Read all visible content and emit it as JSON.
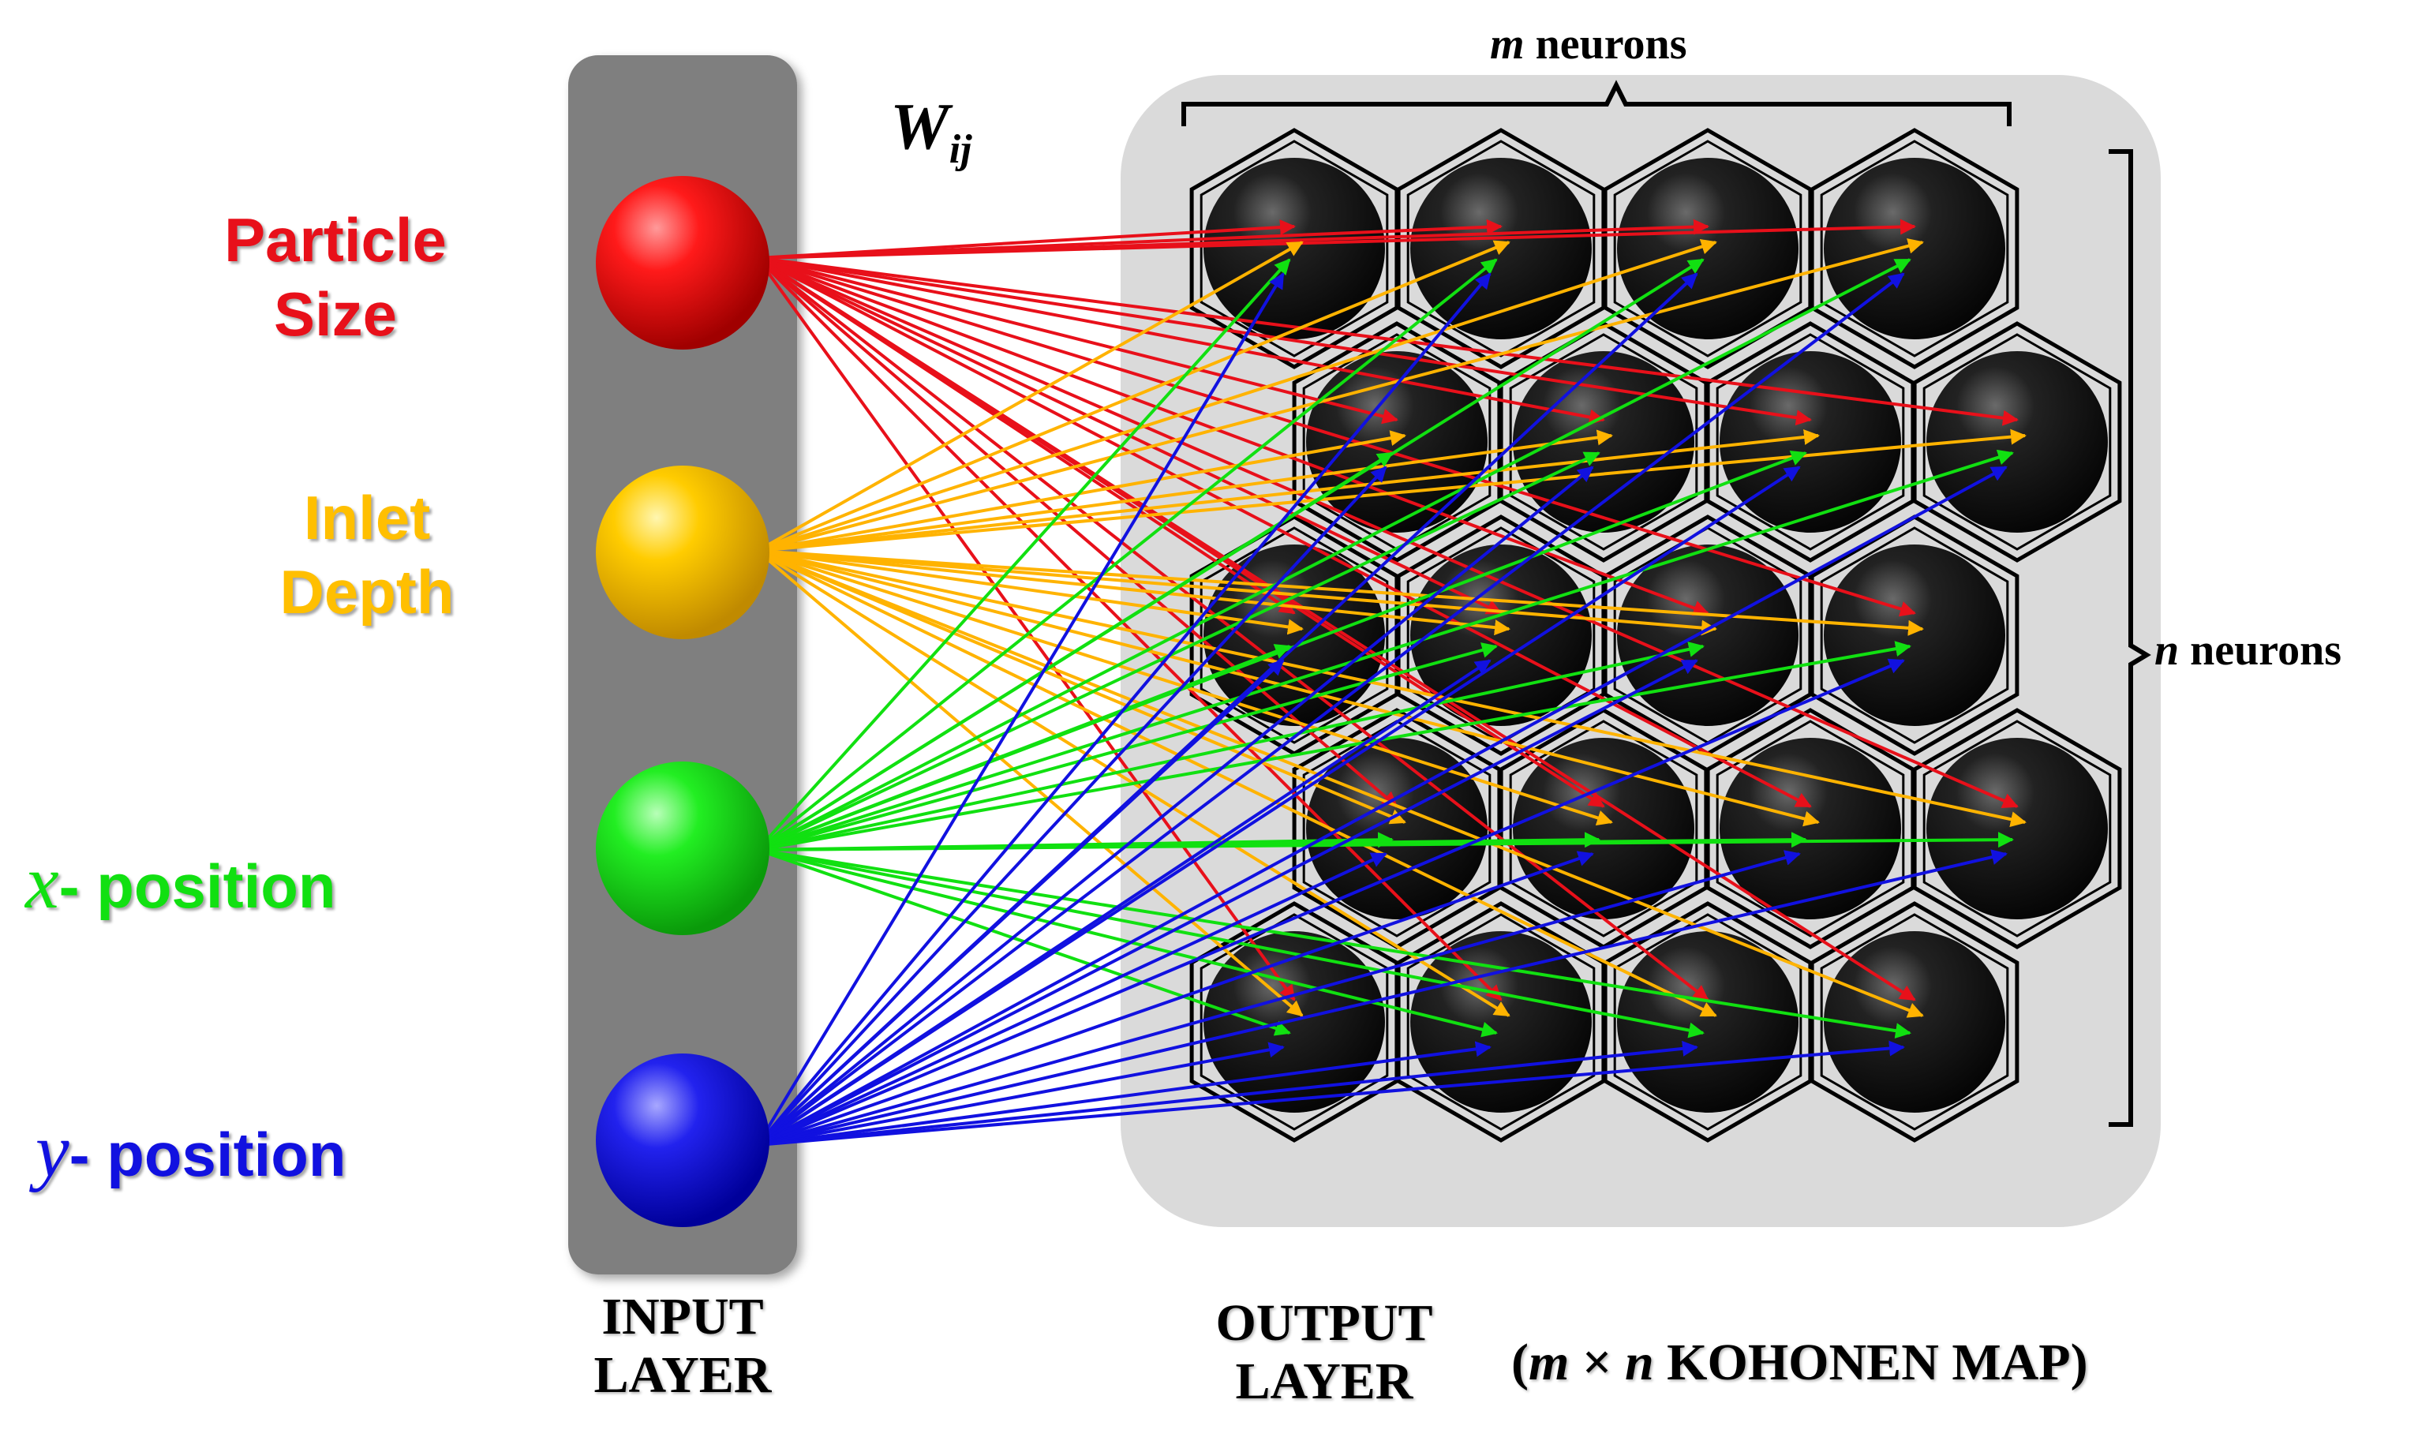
{
  "inputs": [
    {
      "line1": "Particle",
      "line2": "Size",
      "color": "#e8101a"
    },
    {
      "line1": "Inlet",
      "line2": "Depth",
      "color": "#ffbf00"
    },
    {
      "var": "x",
      "text": "- position",
      "color": "#11e011"
    },
    {
      "var": "y",
      "text": "- position",
      "color": "#1111e0"
    }
  ],
  "weight_label": {
    "symbol": "W",
    "subscript": "ij"
  },
  "m_label": {
    "var": "m",
    "text": "neurons"
  },
  "n_label": {
    "var": "n",
    "text": "neurons"
  },
  "captions": {
    "input_line1": "INPUT",
    "input_line2": "LAYER",
    "output_line1": "OUTPUT",
    "output_line2": "LAYER",
    "map_open": "(",
    "map_m": "m",
    "map_times": "×",
    "map_n": "n",
    "map_text": "KOHONEN MAP)"
  },
  "grid": {
    "columns": 4,
    "rows": 5
  },
  "colors": {
    "input_panel": "#7f7f7f",
    "output_panel": "#dadada",
    "neuron": "#111111",
    "hex_stroke": "#000000"
  }
}
